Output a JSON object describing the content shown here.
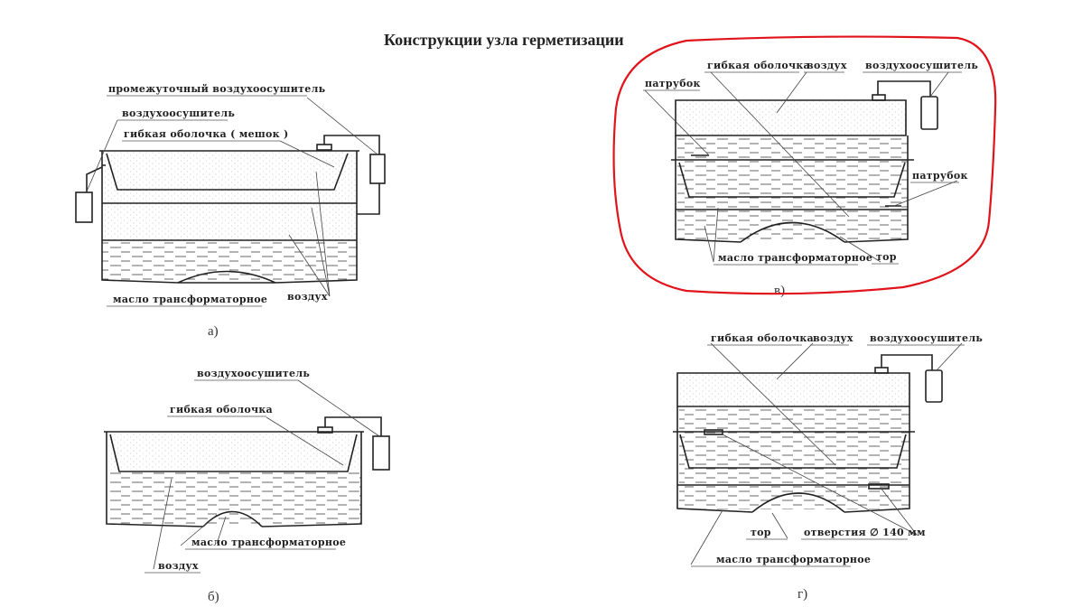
{
  "title": "Конструкции узла герметизации",
  "diagram_a": {
    "caption": "а)",
    "labels": {
      "intermediate_dryer": "промежуточный  воздухоосушитель",
      "dryer": "воздухоосушитель",
      "bag": "гибкая оболочка ( мешок )",
      "oil": "масло трансформаторное",
      "air": "воздух"
    }
  },
  "diagram_b": {
    "caption": "б)",
    "labels": {
      "dryer": "воздухоосушитель",
      "membrane": "гибкая оболочка",
      "oil": "масло трансформаторное",
      "air": "воздух"
    }
  },
  "diagram_v": {
    "caption": "в)",
    "highlight_color": "#e0141b",
    "labels": {
      "membrane": "гибкая оболочка",
      "air": "воздух",
      "dryer": "воздухоосушитель",
      "pipe_left": "патрубок",
      "pipe_right": "патрубок",
      "oil": "масло трансформаторное",
      "torus": "тор"
    }
  },
  "diagram_g": {
    "caption": "г)",
    "labels": {
      "membrane": "гибкая оболочка",
      "air": "воздух",
      "dryer": "воздухоосушитель",
      "torus": "тор",
      "holes": "отверстия ∅ 140 мм",
      "oil": "масло трансформаторное"
    }
  }
}
